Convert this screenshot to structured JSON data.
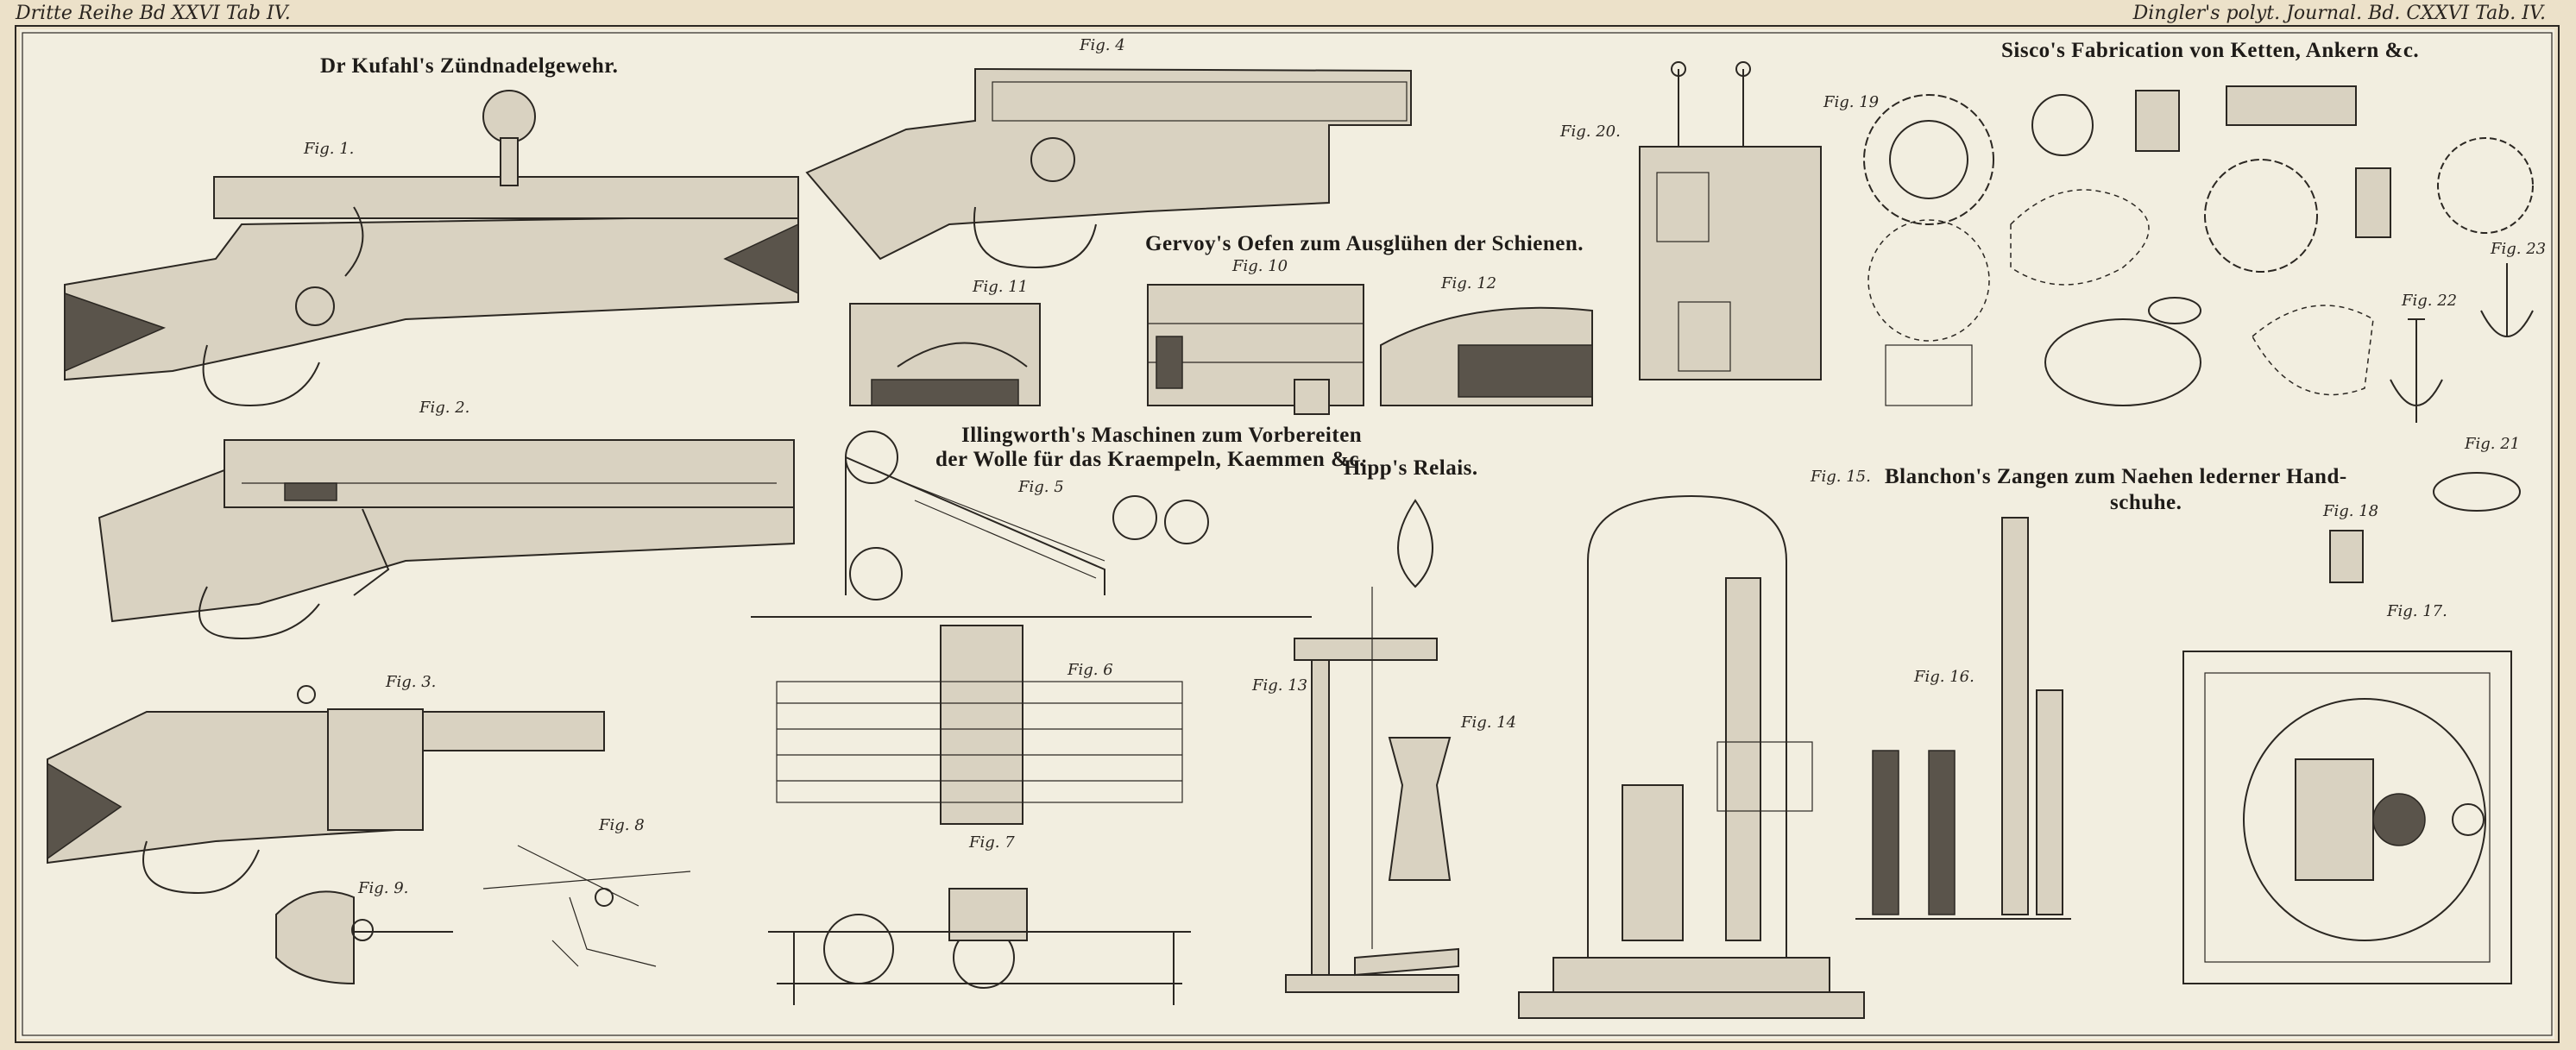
{
  "header": {
    "left": "Dritte Reihe Bd XXVI Tab IV.",
    "right": "Dingler's polyt. Journal. Bd. CXXVI Tab. IV."
  },
  "sections": {
    "kufahl": "Dr Kufahl's Zündnadelgewehr.",
    "gervoy": "Gervoy's Oefen zum Ausglühen der Schienen.",
    "illingworth_1": "Illingworth's Maschinen zum Vorbereiten",
    "illingworth_2": "der Wolle für das Kraempeln, Kaemmen &c.",
    "hipp": "Hipp's Relais.",
    "sisco": "Sisco's Fabrication von Ketten, Ankern &c.",
    "blanchon_1": "Blanchon's Zangen zum Naehen lederner Hand-",
    "blanchon_2": "schuhe."
  },
  "figures": {
    "f1": "Fig. 1.",
    "f2": "Fig. 2.",
    "f3": "Fig. 3.",
    "f4": "Fig. 4",
    "f5": "Fig. 5",
    "f6": "Fig. 6",
    "f7": "Fig. 7",
    "f8": "Fig. 8",
    "f9": "Fig. 9.",
    "f10": "Fig. 10",
    "f11": "Fig. 11",
    "f12": "Fig. 12",
    "f13": "Fig. 13",
    "f14": "Fig. 14",
    "f15": "Fig. 15.",
    "f16": "Fig. 16.",
    "f17": "Fig. 17.",
    "f18": "Fig. 18",
    "f19": "Fig. 19",
    "f20": "Fig. 20.",
    "f21": "Fig. 21",
    "f22": "Fig. 22",
    "f23": "Fig. 23"
  }
}
